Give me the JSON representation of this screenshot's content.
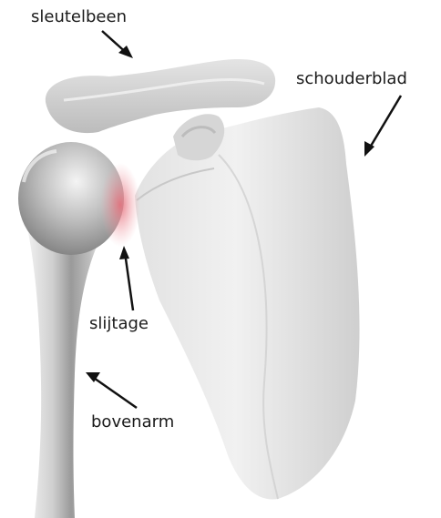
{
  "diagram": {
    "labels": [
      {
        "id": "clavicle",
        "text": "sleutelbeen"
      },
      {
        "id": "scapula",
        "text": "schouderblad"
      },
      {
        "id": "wear",
        "text": "slijtage"
      },
      {
        "id": "humerus",
        "text": "bovenarm"
      }
    ]
  }
}
